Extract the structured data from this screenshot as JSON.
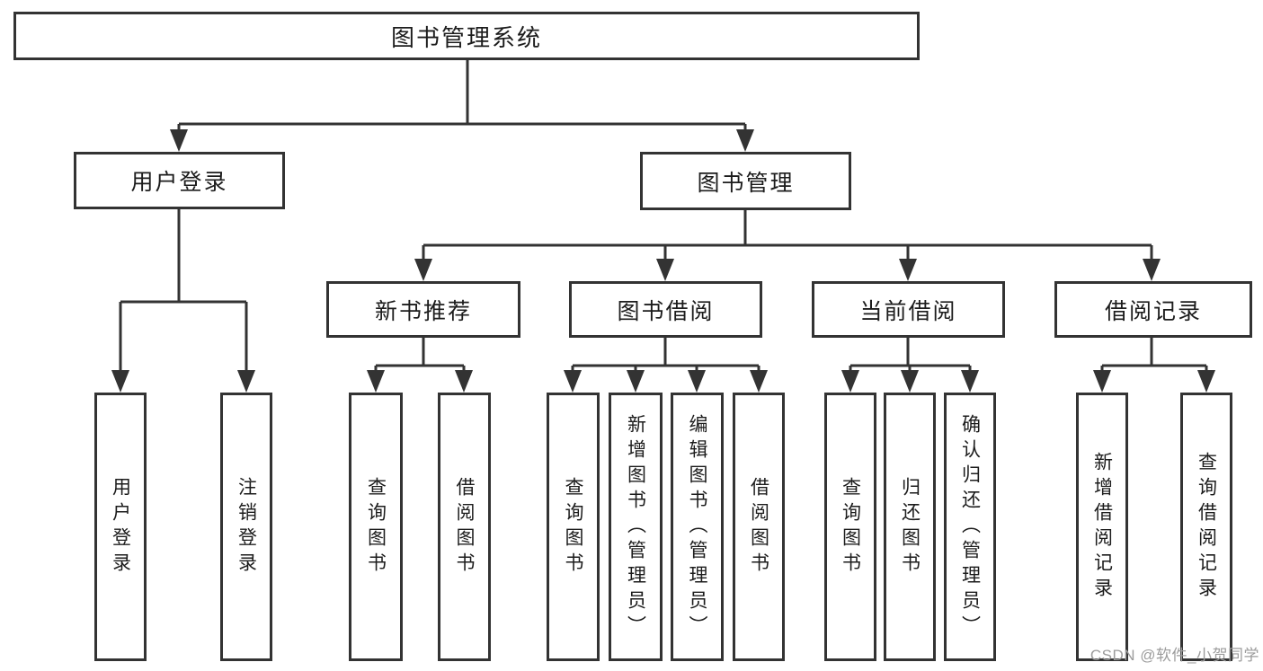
{
  "nodes": {
    "root": {
      "label": "图书管理系统"
    },
    "userLogin": {
      "label": "用户登录"
    },
    "bookMgmt": {
      "label": "图书管理"
    },
    "newBookRec": {
      "label": "新书推荐"
    },
    "bookBorrow": {
      "label": "图书借阅"
    },
    "currentBorrow": {
      "label": "当前借阅"
    },
    "borrowRecords": {
      "label": "借阅记录"
    },
    "leafUserLogin": {
      "label": "用户登录"
    },
    "leafLogout": {
      "label": "注销登录"
    },
    "leafQueryBooks1": {
      "label": "查询图书"
    },
    "leafBorrowBooks1": {
      "label": "借阅图书"
    },
    "leafQueryBooks2": {
      "label": "查询图书"
    },
    "leafAddBooks": {
      "label": "新增图书（管理员）"
    },
    "leafEditBooks": {
      "label": "编辑图书（管理员）"
    },
    "leafBorrowBooks2": {
      "label": "借阅图书"
    },
    "leafQueryBooks3": {
      "label": "查询图书"
    },
    "leafReturnBooks": {
      "label": "归还图书"
    },
    "leafConfirmReturn": {
      "label": "确认归还（管理员）"
    },
    "leafAddBorrowRecord": {
      "label": "新增借阅记录"
    },
    "leafQueryBorrowRecord": {
      "label": "查询借阅记录"
    }
  },
  "watermark": {
    "text": "CSDN @软件_小贺同学"
  },
  "colors": {
    "line": "#333333",
    "box_border": "#333333",
    "text": "#1c1c1c",
    "watermark": "#9c9c9c",
    "background": "#ffffff"
  }
}
